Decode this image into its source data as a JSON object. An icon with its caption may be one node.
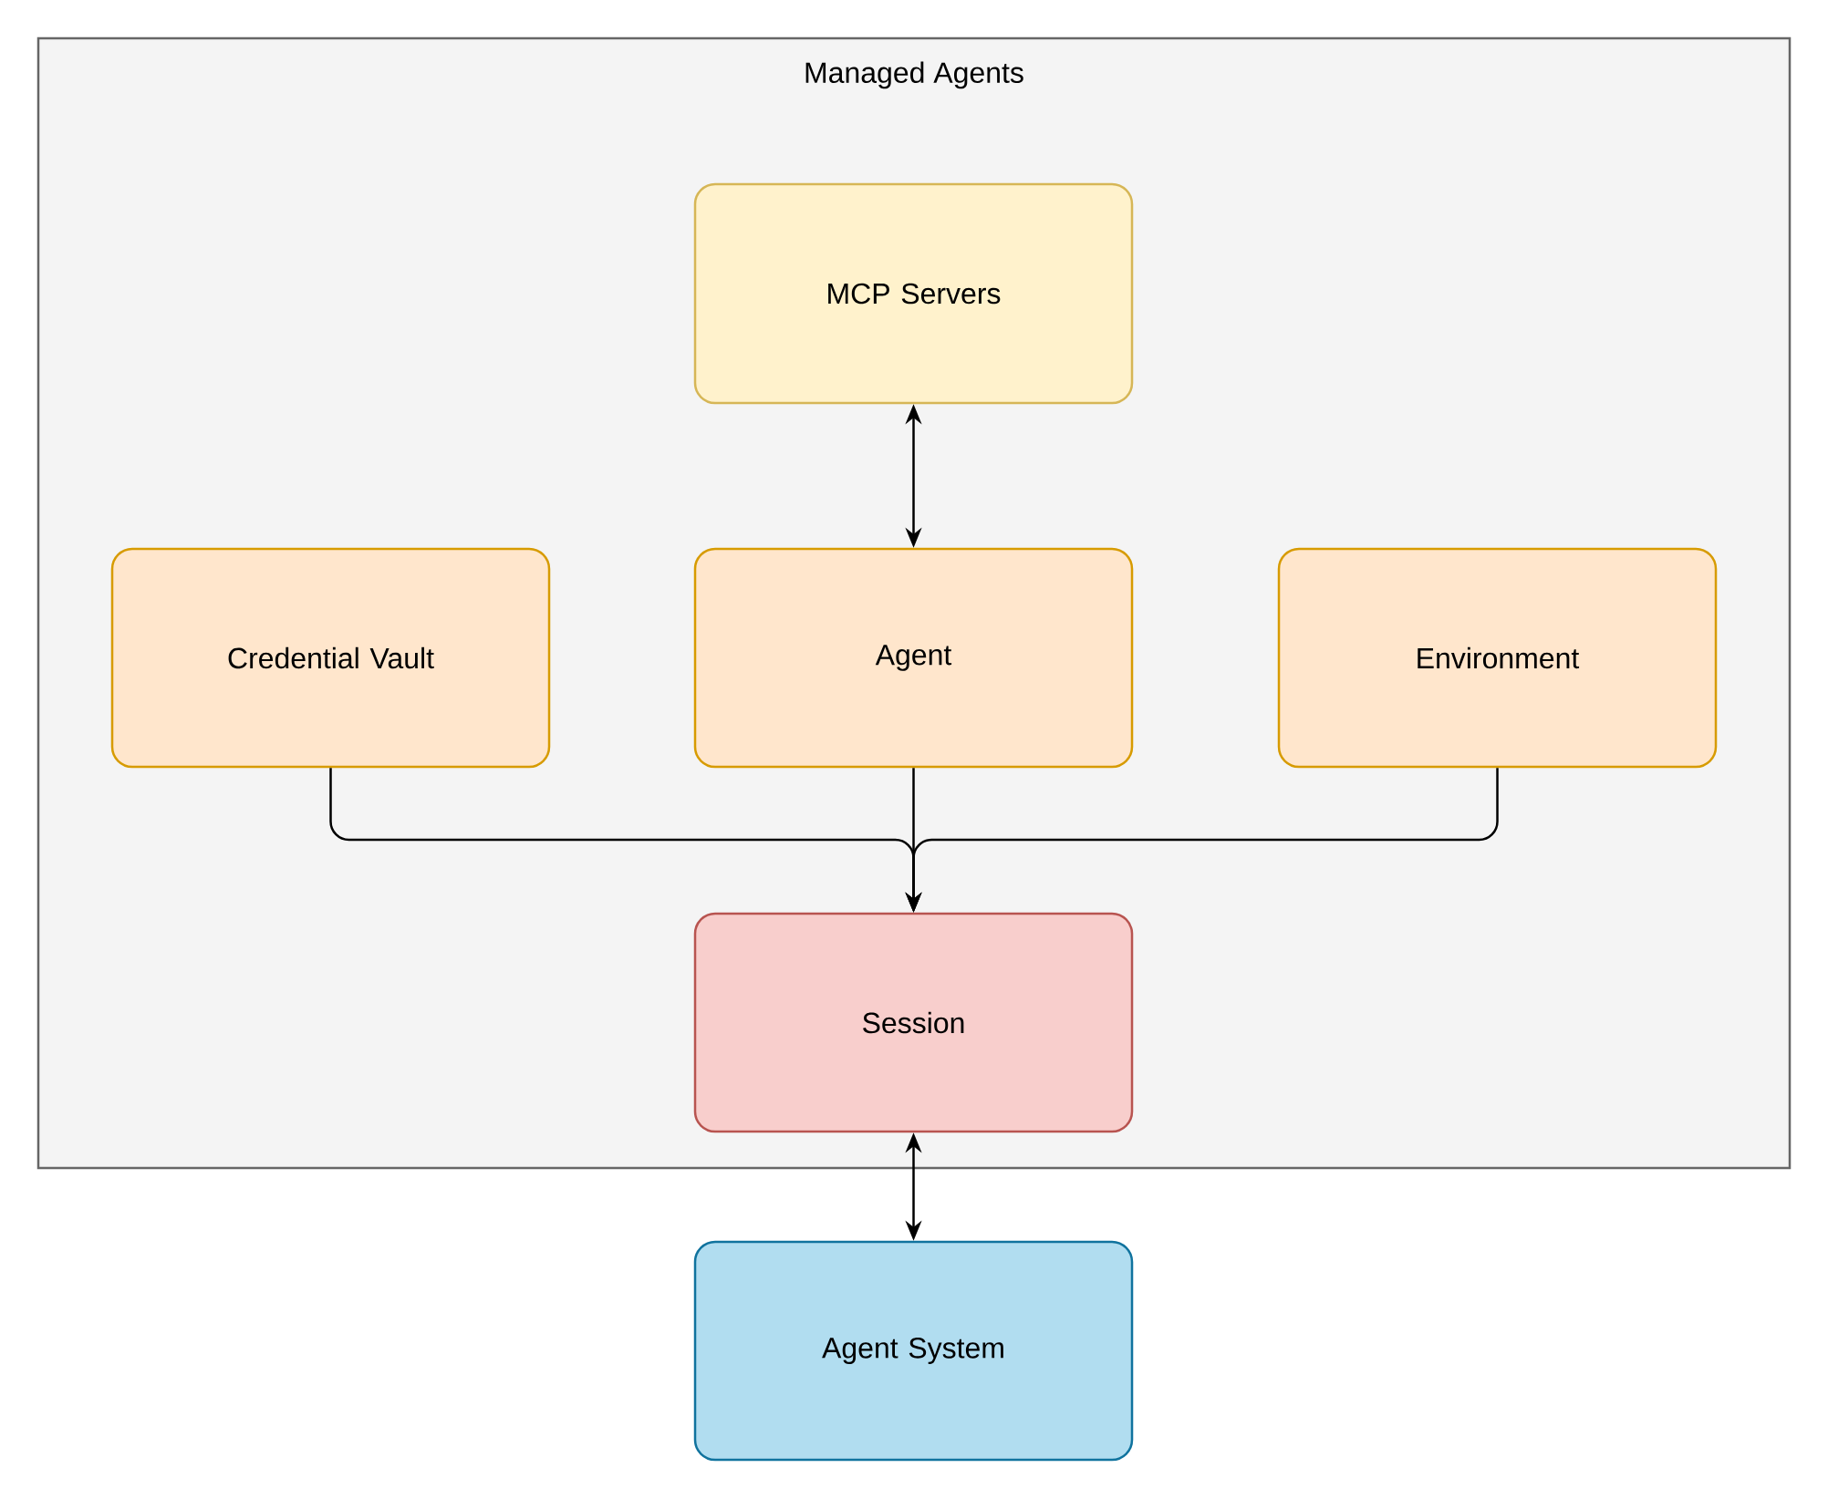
{
  "diagram": {
    "nodes": [
      {
        "text": [
          "Managed Agents"
        ]
      },
      {
        "text": [
          "MCP Servers"
        ],
        "in": 0
      },
      {
        "text": [
          "Credential Vault"
        ],
        "in": 0
      },
      {
        "text": [
          "Agent"
        ],
        "in": 0
      },
      {
        "text": [
          "Environment"
        ],
        "in": 0
      },
      {
        "text": [
          "Session"
        ],
        "in": 0
      },
      {
        "text": [
          "Agent System"
        ]
      }
    ],
    "edges": [
      {
        "from": 1,
        "to": 3,
        "arrow": "both"
      },
      {
        "from": 2,
        "to": 5,
        "arrow": "to"
      },
      {
        "from": 3,
        "to": 5,
        "arrow": "to"
      },
      {
        "from": 4,
        "to": 5,
        "arrow": "to"
      },
      {
        "from": 5,
        "to": 6,
        "arrow": "both"
      }
    ]
  }
}
